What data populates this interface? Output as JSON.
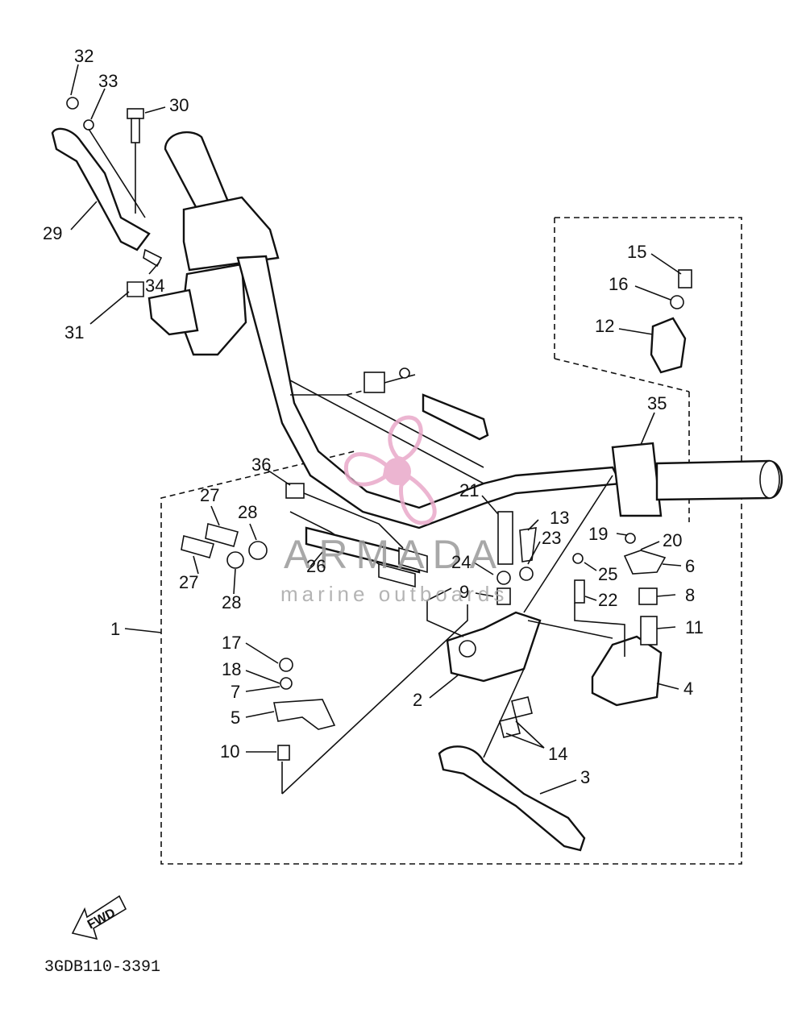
{
  "diagram": {
    "drawing_code": "3GDB110-3391",
    "fwd_label": "FWD",
    "watermark": {
      "brand": "ARMADA",
      "tagline": "marine outboards",
      "logo_color": "#e9a9c9"
    },
    "labels": [
      "32",
      "33",
      "30",
      "29",
      "34",
      "31",
      "15",
      "16",
      "12",
      "35",
      "36",
      "21",
      "13",
      "23",
      "19",
      "20",
      "6",
      "27",
      "28",
      "26",
      "24",
      "9",
      "25",
      "22",
      "8",
      "11",
      "27",
      "28",
      "1",
      "17",
      "18",
      "7",
      "5",
      "2",
      "4",
      "10",
      "14",
      "3"
    ]
  }
}
